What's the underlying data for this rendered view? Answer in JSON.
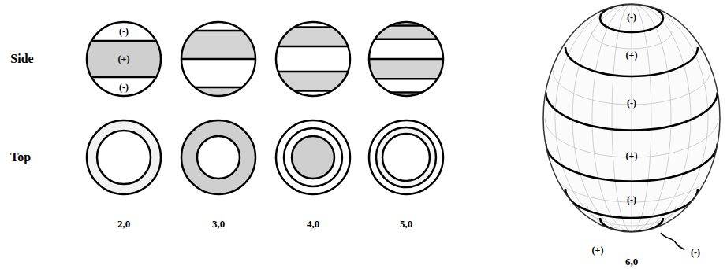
{
  "diagram": {
    "labels": [
      "Side",
      "(-)",
      "(+)",
      "(-)",
      "(-)",
      "(+)",
      "(-)",
      "(+)",
      "(-)",
      "(+)",
      "(-)",
      "Top",
      "2,0",
      "3,0",
      "4,0",
      "5,0",
      "6,0"
    ]
  }
}
